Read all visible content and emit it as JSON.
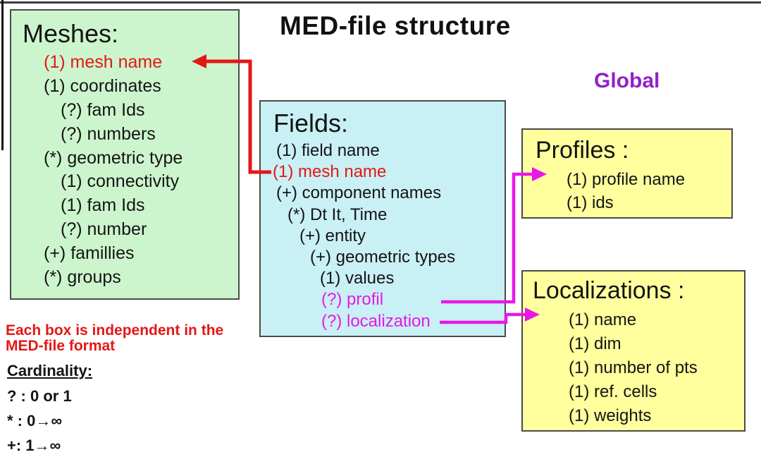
{
  "header": {
    "title": "MED-file structure",
    "global_label": "Global"
  },
  "colors": {
    "accent_red": "#e41717",
    "accent_magenta": "#e718e7",
    "accent_purple": "#9320c6",
    "meshes_box_fill": "#cdf5cd",
    "fields_box_fill": "#c9f0f5",
    "profiles_box_fill": "#ffff9e",
    "localizations_box_fill": "#ffff9e",
    "box_border": "#4a4a4a"
  },
  "meshes": {
    "title": "Meshes:",
    "items": [
      "(1) mesh name",
      "(1) coordinates",
      "(?) fam Ids",
      "(?) numbers",
      "(*) geometric type",
      "(1) connectivity",
      "(1) fam Ids",
      "(?) number",
      "(+) famillies",
      "(*) groups"
    ]
  },
  "fields": {
    "title": "Fields:",
    "items": [
      "(1) field name",
      "(1) mesh name",
      "(+) component names",
      "(*) Dt It, Time",
      "(+) entity",
      "(+) geometric types",
      "(1) values",
      "(?) profil",
      "(?) localization"
    ]
  },
  "profiles": {
    "title": "Profiles :",
    "items": [
      "(1) profile name",
      "(1) ids"
    ]
  },
  "localizations": {
    "title": "Localizations :",
    "items": [
      "(1) name",
      "(1) dim",
      "(1) number of pts",
      "(1) ref. cells",
      "(1) weights"
    ]
  },
  "notes": {
    "independence": "Each box is independent in the MED-file format",
    "cardinality_title": "Cardinality:",
    "cardinality_rules": [
      "? : 0 or 1",
      "* : 0→∞",
      "+: 1→∞"
    ]
  }
}
